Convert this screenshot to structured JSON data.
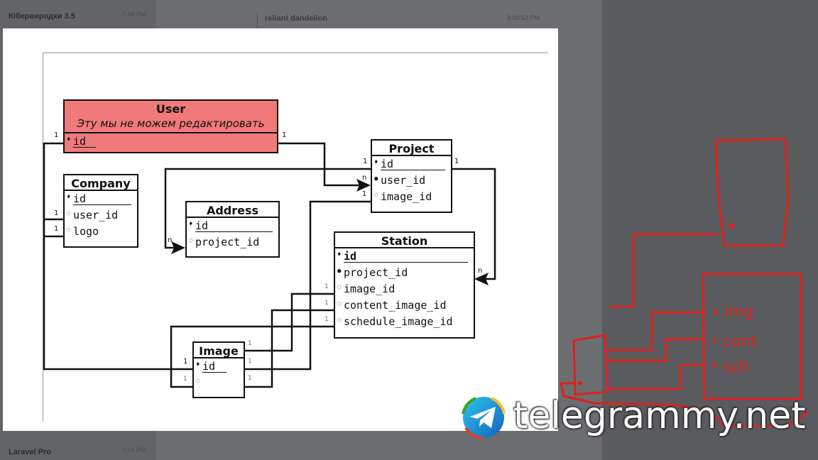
{
  "chat": {
    "item1_name": "Кібервиродки 3.5",
    "item1_time": "7:48 PM",
    "message_author": "reliant dandelion",
    "message_time": "8:00:52 PM",
    "item2_name": "Laravel Pro",
    "item2_time": "7:24 PM"
  },
  "diagram": {
    "user": {
      "title": "User",
      "subtitle": "Эту мы не можем редактировать",
      "fields": [
        "id"
      ]
    },
    "company": {
      "title": "Company",
      "fields": [
        "id",
        "user_id",
        "logo"
      ]
    },
    "address": {
      "title": "Address",
      "fields": [
        "id",
        "project_id"
      ]
    },
    "project": {
      "title": "Project",
      "fields": [
        "id",
        "user_id",
        "image_id"
      ]
    },
    "station": {
      "title": "Station",
      "fields": [
        "id",
        "project_id",
        "image_id",
        "content_image_id",
        "schedule_image_id"
      ]
    },
    "image": {
      "title": "Image",
      "fields": [
        "id",
        ""
      ]
    },
    "cardinality": {
      "one": "1",
      "many": "n"
    }
  },
  "sketch": {
    "labels": [
      "img",
      "cont",
      "sch"
    ],
    "color": "#e0201c"
  },
  "watermark": {
    "text": "telegrammy.net"
  }
}
